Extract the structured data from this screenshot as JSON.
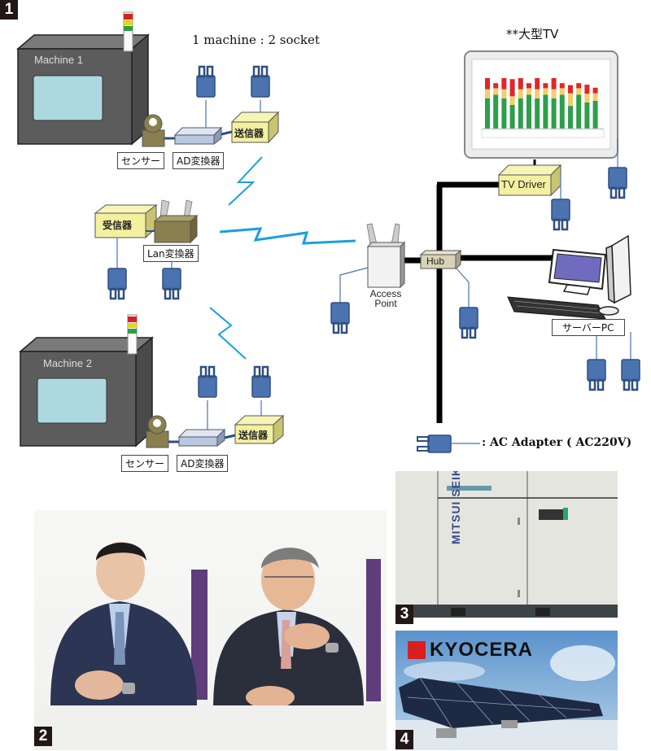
{
  "badges": {
    "panel1": "1",
    "panel2": "2",
    "panel3": "3",
    "panel4": "4"
  },
  "diagram": {
    "socket_note": "1 machine : 2 socket",
    "tv_title": "**大型TV",
    "machines": [
      {
        "name": "Machine 1",
        "sensor": "センサー",
        "converter": "AD変換器",
        "transmitter": "送信器"
      },
      {
        "name": "Machine 2",
        "sensor": "センサー",
        "converter": "AD変換器",
        "transmitter": "送信器"
      }
    ],
    "receiver": "受信器",
    "lan_converter": "Lan変換器",
    "access_point": [
      "Access",
      "Point"
    ],
    "hub": "Hub",
    "tv_driver": "TV Driver",
    "server_pc": "サーバーPC",
    "legend": ": AC Adapter ( AC220V)"
  },
  "tv_chart": {
    "type": "bar",
    "stacked": true,
    "series_colors": {
      "green": "#2e9e4a",
      "yellow": "#f2cf6a",
      "red": "#e0262a"
    },
    "bars": [
      {
        "green": 60,
        "yellow": 18,
        "red": 22
      },
      {
        "green": 67,
        "yellow": 13,
        "red": 10
      },
      {
        "green": 60,
        "yellow": 18,
        "red": 22
      },
      {
        "green": 47,
        "yellow": 17,
        "red": 34
      },
      {
        "green": 60,
        "yellow": 18,
        "red": 22
      },
      {
        "green": 67,
        "yellow": 13,
        "red": 10
      },
      {
        "green": 60,
        "yellow": 18,
        "red": 22
      },
      {
        "green": 67,
        "yellow": 13,
        "red": 10
      },
      {
        "green": 60,
        "yellow": 18,
        "red": 22
      },
      {
        "green": 67,
        "yellow": 13,
        "red": 10
      },
      {
        "green": 45,
        "yellow": 25,
        "red": 16
      },
      {
        "green": 67,
        "yellow": 13,
        "red": 10
      },
      {
        "green": 52,
        "yellow": 17,
        "red": 18
      },
      {
        "green": 55,
        "yellow": 15,
        "red": 11
      }
    ]
  },
  "photos": {
    "compressor_brand": "MITSUI SEIKI",
    "solar_brand": "KYOCERA"
  },
  "colors": {
    "lightning": "#1a9fe0",
    "adapter": "#4a73b0",
    "adapter_dark": "#2f4f80",
    "machine": "#5a5a5a",
    "screen": "#add8e0",
    "yellow_box": "#f3f0a0",
    "backbone": "#000000"
  }
}
